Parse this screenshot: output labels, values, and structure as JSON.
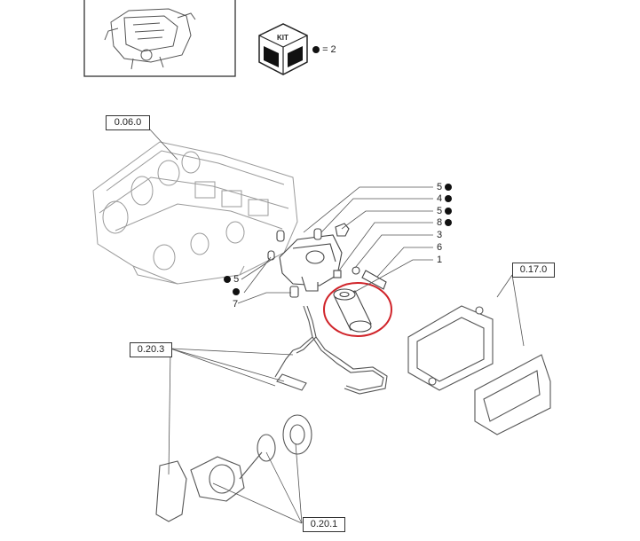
{
  "reference_boxes": {
    "engine_block": "0.06.0",
    "fuel_pipes": "0.20.3",
    "injection_pump": "0.20.1",
    "ecu": "0.17.0"
  },
  "kit_legend": {
    "kit_label": "KIT",
    "equals_text": "= 2"
  },
  "callouts": [
    {
      "number": "5",
      "bullet": true
    },
    {
      "number": "4",
      "bullet": true
    },
    {
      "number": "5",
      "bullet": true
    },
    {
      "number": "8",
      "bullet": true
    },
    {
      "number": "3",
      "bullet": false
    },
    {
      "number": "6",
      "bullet": false
    },
    {
      "number": "1",
      "bullet": false
    },
    {
      "number": "5",
      "bullet": true
    },
    {
      "number": "",
      "bullet": true
    },
    {
      "number": "7",
      "bullet": false
    }
  ],
  "highlight": {
    "color": "#d0242a",
    "part": "1"
  },
  "line_color": "#444444"
}
